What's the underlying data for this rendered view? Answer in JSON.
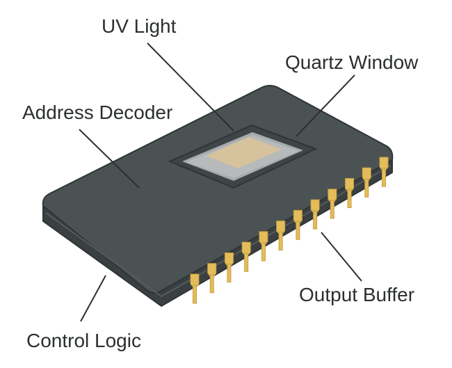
{
  "labels": {
    "uv_light": "UV Light",
    "quartz_window": "Quartz Window",
    "address_decoder": "Address Decoder",
    "output_buffer": "Output Buffer",
    "control_logic": "Control Logic"
  },
  "colors": {
    "chip_top": "#4b5253",
    "chip_side": "#3a4041",
    "chip_edge": "#2f3536",
    "window_frame": "#3f4546",
    "window_glass": "#a7abab",
    "die": "#d6c29c",
    "pin": "#e3bd5c",
    "pin_shade": "#c99d3e",
    "leader": "#2b2f30",
    "label_text": "#2b2f30"
  }
}
